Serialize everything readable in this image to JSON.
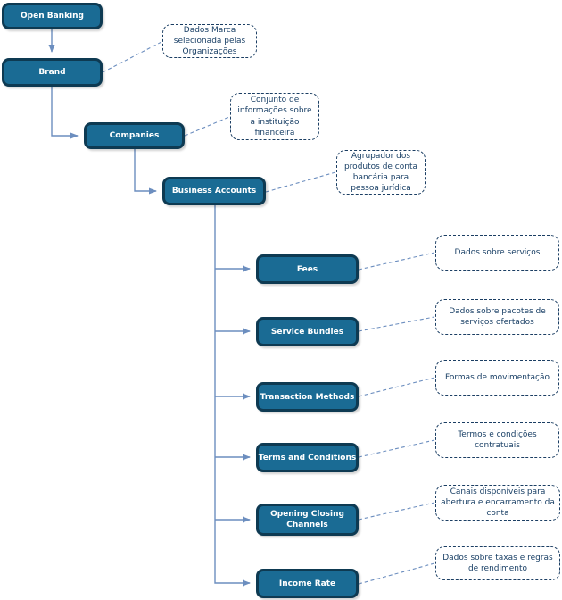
{
  "diagram": {
    "type": "hierarchy-tree",
    "root_label": "Open Banking",
    "colors": {
      "node_fill": "#1a6b94",
      "node_border": "#0e3a52",
      "node_text": "#ffffff",
      "connector": "#6c8ebf",
      "annotation_border": "#1b3e63",
      "annotation_text": "#1a4066",
      "background": "#ffffff"
    },
    "nodes": [
      {
        "id": "open-banking",
        "label": "Open Banking",
        "parent": null
      },
      {
        "id": "brand",
        "label": "Brand",
        "parent": "open-banking"
      },
      {
        "id": "companies",
        "label": "Companies",
        "parent": "brand"
      },
      {
        "id": "business-accounts",
        "label": "Business Accounts",
        "parent": "companies"
      },
      {
        "id": "fees",
        "label": "Fees",
        "parent": "business-accounts"
      },
      {
        "id": "service-bundles",
        "label": "Service Bundles",
        "parent": "business-accounts"
      },
      {
        "id": "transaction-methods",
        "label": "Transaction Methods",
        "parent": "business-accounts"
      },
      {
        "id": "terms-and-conditions",
        "label": "Terms and Conditions",
        "parent": "business-accounts"
      },
      {
        "id": "opening-closing-channels",
        "label": "Opening Closing Channels",
        "parent": "business-accounts"
      },
      {
        "id": "income-rate",
        "label": "Income Rate",
        "parent": "business-accounts"
      }
    ],
    "annotations": [
      {
        "for": "brand",
        "text": "Dados Marca selecionada pelas Organizações"
      },
      {
        "for": "companies",
        "text": "Conjunto de informações sobre a instituição financeira"
      },
      {
        "for": "business-accounts",
        "text": "Agrupador dos produtos de conta bancária para pessoa jurídica"
      },
      {
        "for": "fees",
        "text": "Dados sobre serviços"
      },
      {
        "for": "service-bundles",
        "text": "Dados sobre pacotes de serviços ofertados"
      },
      {
        "for": "transaction-methods",
        "text": "Formas de movimentação"
      },
      {
        "for": "terms-and-conditions",
        "text": "Termos e condições contratuais"
      },
      {
        "for": "opening-closing-channels",
        "text": "Canais disponíveis para abertura e encarramento da conta"
      },
      {
        "for": "income-rate",
        "text": "Dados sobre taxas e regras de rendimento"
      }
    ]
  }
}
